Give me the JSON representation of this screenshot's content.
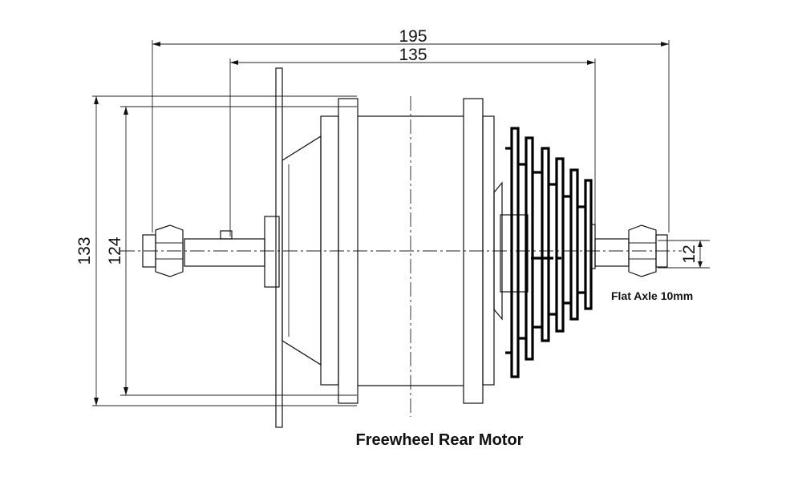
{
  "dimensions": {
    "overall_width": "195",
    "hub_width": "135",
    "outer_diameter": "133",
    "inner_diameter": "124",
    "axle_flat": "12"
  },
  "labels": {
    "axle_note": "Flat Axle 10mm",
    "title": "Freewheel Rear Motor"
  },
  "colors": {
    "line": "#111111",
    "background": "#ffffff"
  }
}
